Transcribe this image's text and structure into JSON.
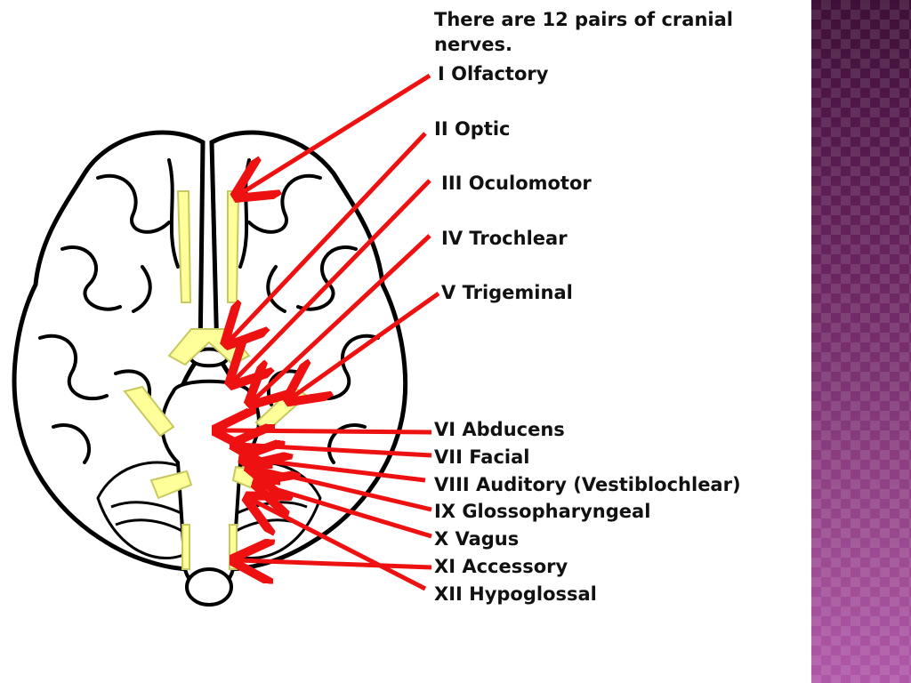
{
  "slide": {
    "intro": "There are 12 pairs of cranial nerves.",
    "nerves": [
      {
        "label": "I  Olfactory"
      },
      {
        "label": "II Optic"
      },
      {
        "label": "III Oculomotor"
      },
      {
        "label": "IV Trochlear"
      },
      {
        "label": "V Trigeminal"
      },
      {
        "label": "VI Abducens"
      },
      {
        "label": "VII Facial"
      },
      {
        "label": "VIII Auditory (Vestiblochlear)"
      },
      {
        "label": "IX Glossopharyngeal"
      },
      {
        "label": "X Vagus"
      },
      {
        "label": "XI Accessory"
      },
      {
        "label": "XII Hypoglossal"
      }
    ]
  },
  "colors": {
    "arrow": "#ee1111",
    "nerve": "#ffff99",
    "outline": "#000000",
    "panel": "#7a2f70"
  }
}
